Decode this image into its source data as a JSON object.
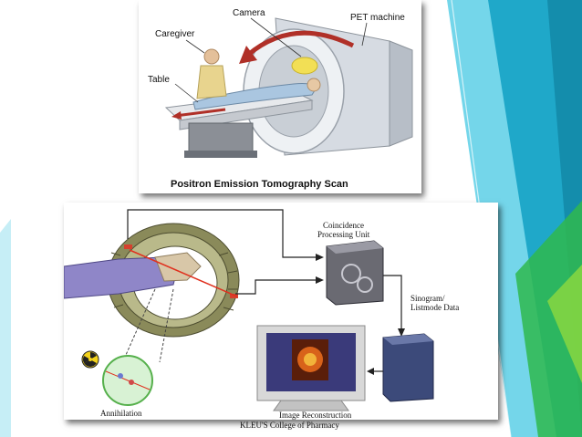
{
  "colors": {
    "background": "#ffffff",
    "accent_teal": "#1fa8c9",
    "accent_cyan": "#5ccfe6",
    "accent_green": "#2fb84d",
    "arrow_red": "#b03028",
    "laser_red": "#e0311f"
  },
  "top_figure": {
    "labels": {
      "camera": "Camera",
      "pet_machine": "PET machine",
      "caregiver": "Caregiver",
      "table": "Table"
    },
    "title": "Positron Emission Tomography Scan"
  },
  "bottom_figure": {
    "labels": {
      "coincidence_line1": "Coincidence",
      "coincidence_line2": "Processing Unit",
      "sinogram_line1": "Sinogram/",
      "sinogram_line2": "Listmode Data",
      "annihilation": "Annihilation",
      "image_reconstruction": "Image Reconstruction"
    }
  },
  "footer": {
    "caption": "KLEU'S College of Pharmacy"
  },
  "icons": [
    "radiation-icon",
    "monitor-icon",
    "server-icon",
    "detector-ring-icon"
  ]
}
